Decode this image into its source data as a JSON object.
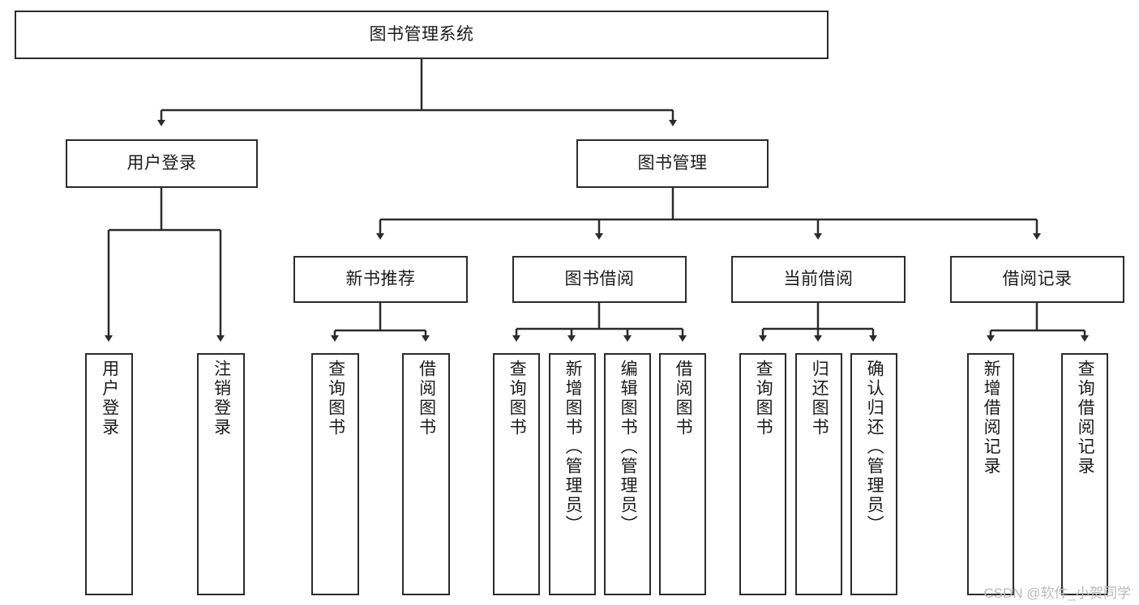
{
  "diagram": {
    "title": "图书管理系统",
    "type": "tree-hierarchy",
    "watermark": "CSDN @软件_小贺同学",
    "colors": {
      "stroke": "#2b2b2b",
      "fill": "#ffffff",
      "text": "#1b1b1b",
      "watermark": "#b9b9b9"
    },
    "root": {
      "label": "图书管理系统"
    },
    "level2": [
      {
        "label": "用户登录"
      },
      {
        "label": "图书管理"
      }
    ],
    "level3": [
      {
        "label": "新书推荐"
      },
      {
        "label": "图书借阅"
      },
      {
        "label": "当前借阅"
      },
      {
        "label": "借阅记录"
      }
    ],
    "leaves": {
      "user_login": [
        {
          "label": "用户登录"
        },
        {
          "label": "注销登录"
        }
      ],
      "new_book": [
        {
          "label": "查询图书"
        },
        {
          "label": "借阅图书"
        }
      ],
      "book_borrow": [
        {
          "label": "查询图书"
        },
        {
          "label": "新增图书（管理员）"
        },
        {
          "label": "编辑图书（管理员）"
        },
        {
          "label": "借阅图书"
        }
      ],
      "current_borrow": [
        {
          "label": "查询图书"
        },
        {
          "label": "归还图书"
        },
        {
          "label": "确认归还（管理员）"
        }
      ],
      "borrow_record": [
        {
          "label": "新增借阅记录"
        },
        {
          "label": "查询借阅记录"
        }
      ]
    }
  }
}
